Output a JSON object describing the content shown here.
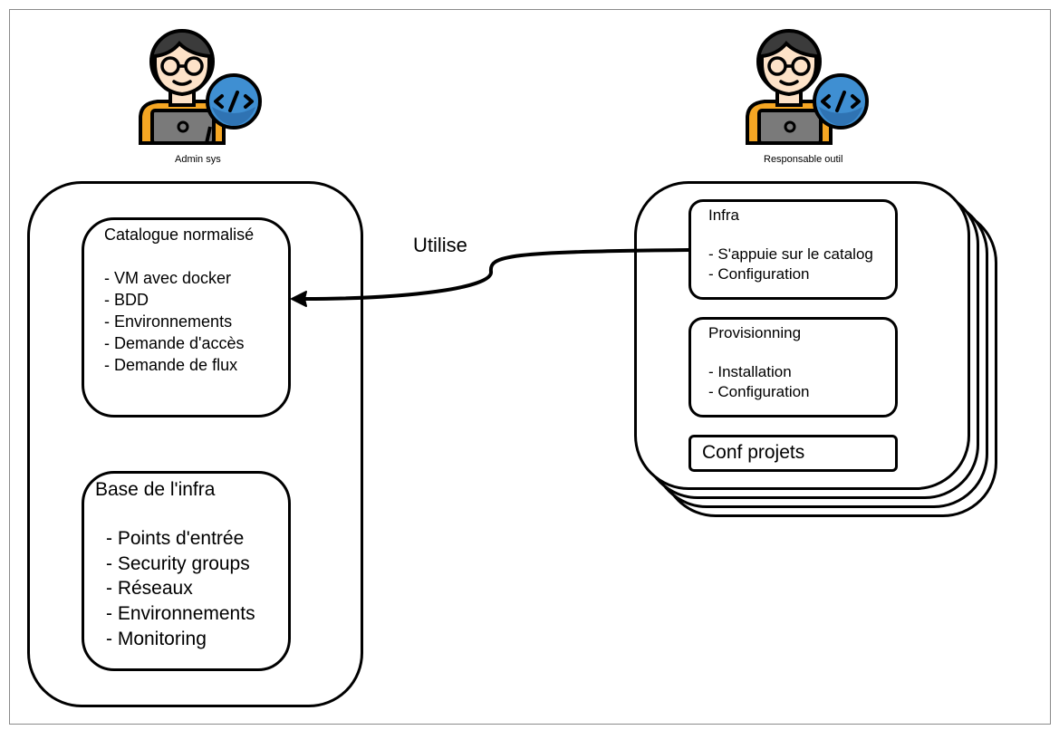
{
  "actors": {
    "admin": {
      "label": "Admin sys",
      "icon": "developer-avatar-icon"
    },
    "responsable": {
      "label": "Responsable outil",
      "icon": "developer-avatar-icon"
    }
  },
  "left_panel": {
    "catalogue": {
      "title": "Catalogue normalisé",
      "items": [
        "- VM avec docker",
        "- BDD",
        "- Environnements",
        "- Demande d'accès",
        "- Demande de flux"
      ]
    },
    "base_infra": {
      "title": "Base de l'infra",
      "items": [
        "- Points d'entrée",
        "- Security groups",
        "- Réseaux",
        "- Environnements",
        "- Monitoring"
      ]
    }
  },
  "arrow": {
    "label": "Utilise"
  },
  "right_panel": {
    "infra": {
      "title": "Infra",
      "items": [
        "- S'appuie sur le catalog",
        "- Configuration"
      ]
    },
    "provisionning": {
      "title": "Provisionning",
      "items": [
        "- Installation",
        "- Configuration"
      ]
    },
    "conf_projets": {
      "title": "Conf projets"
    }
  },
  "colors": {
    "stroke": "#000000",
    "hair": "#3b3b3b",
    "skin": "#fde2c8",
    "shirt": "#f5a623",
    "laptop": "#7a7a7a",
    "bubble": "#3f8fd2"
  }
}
